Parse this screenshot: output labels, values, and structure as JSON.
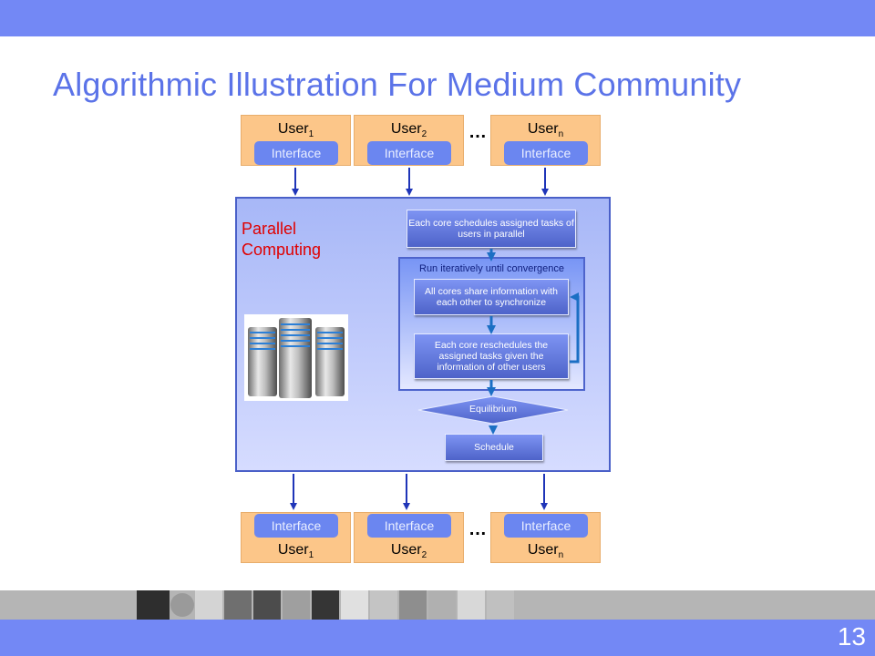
{
  "slide": {
    "title": "Algorithmic Illustration For Medium Community",
    "page_number": "13",
    "colors": {
      "bar": "#7388f5",
      "title": "#5b73e8",
      "user_box": "#fcc689",
      "interface": "#6b86f0",
      "arrow": "#1f35b8",
      "parallel_label": "#e00000"
    }
  },
  "top_users": [
    {
      "name": "User",
      "sub": "1",
      "interface": "Interface"
    },
    {
      "name": "User",
      "sub": "2",
      "interface": "Interface"
    },
    {
      "name": "User",
      "sub": "n",
      "interface": "Interface"
    }
  ],
  "bottom_users": [
    {
      "name": "User",
      "sub": "1",
      "interface": "Interface"
    },
    {
      "name": "User",
      "sub": "2",
      "interface": "Interface"
    },
    {
      "name": "User",
      "sub": "n",
      "interface": "Interface"
    }
  ],
  "ellipsis": "…",
  "parallel": {
    "label_line1": "Parallel",
    "label_line2": "Computing",
    "image_icon": "server-rack-icon"
  },
  "flow": {
    "step1": "Each core schedules assigned tasks of users in parallel",
    "loop_label": "Run iteratively until convergence",
    "step2": "All cores share information with each other to synchronize",
    "step3": "Each core reschedules the assigned tasks given the information of other users",
    "decision": "Equilibrium",
    "step4": "Schedule"
  }
}
